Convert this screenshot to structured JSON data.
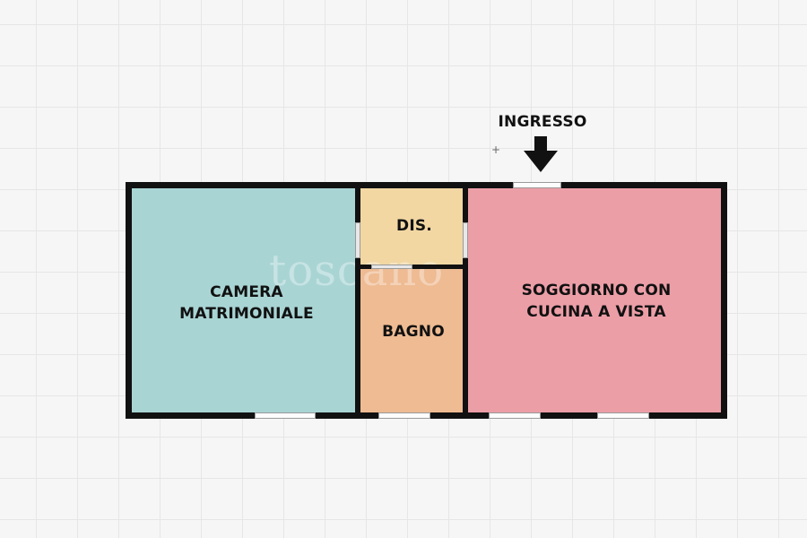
{
  "plan": {
    "entrance_label": "INGRESSO",
    "rooms": {
      "camera": {
        "label": "CAMERA\nMATRIMONIALE",
        "color": "#a9d4d4"
      },
      "dis": {
        "label": "DIS.",
        "color": "#f2d7a3"
      },
      "bagno": {
        "label": "BAGNO",
        "color": "#eebb92"
      },
      "soggiorno": {
        "label": "SOGGIORNO CON\nCUCINA A VISTA",
        "color": "#ec9ea7"
      }
    },
    "wall_color": "#111111",
    "watermark": "toscano"
  }
}
